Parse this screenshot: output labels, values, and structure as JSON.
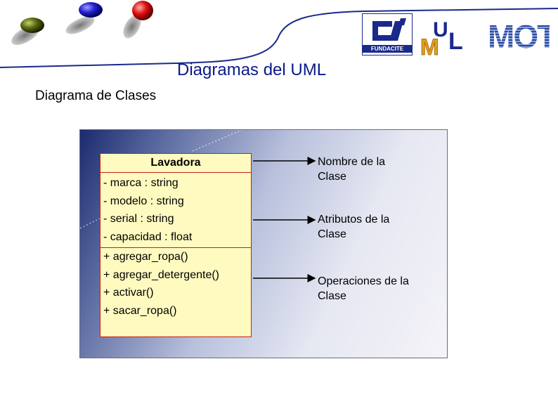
{
  "header": {
    "title": "Diagramas del UML",
    "subtitle": "Diagrama de Clases"
  },
  "logos": {
    "fundacite": "FUNDACITE",
    "uml": "UML",
    "mot": "MOT"
  },
  "uml_class": {
    "name": "Lavadora",
    "attributes": [
      "- marca : string",
      "- modelo : string",
      "- serial : string",
      "- capacidad : float"
    ],
    "operations": [
      "+ agregar_ropa()",
      "+ agregar_detergente()",
      "+ activar()",
      "+ sacar_ropa()"
    ]
  },
  "annotations": [
    "Nombre de la Clase",
    "Atributos de la Clase",
    "Operaciones de la Clase"
  ],
  "colors": {
    "title": "#0a1a8a",
    "class_fill": "#fffac0",
    "class_border": "#c02020",
    "sphere_green": "#4a5a10",
    "sphere_blue": "#2020c0",
    "sphere_red": "#d01010"
  }
}
